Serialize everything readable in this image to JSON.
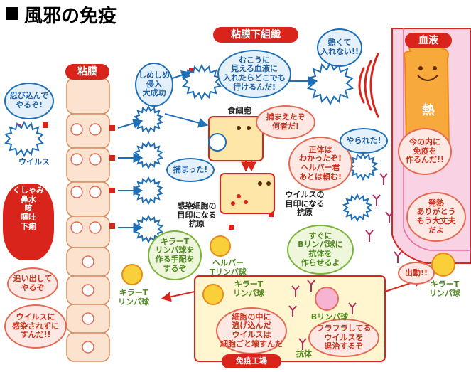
{
  "title": "風邪の免疫",
  "labels": {
    "mucosa": "粘膜",
    "submucosa": "粘膜下組織",
    "blood": "血液",
    "factory": "免疫工場",
    "virus": "ウイルス",
    "phagocyte": "食細胞",
    "antigen": "感染細胞の\n目印になる\n抗原",
    "virus_antigen": "ウイルスの\n目印になる\n抗原",
    "helper_t": "ヘルパー\nTリンパ球",
    "killer_t_left": "キラーT\nリンパ球",
    "killer_t_blood": "キラーT\nリンパ球",
    "killer_t_factory": "キラーT\nリンパ球",
    "b_cell": "Bリンパ球",
    "antibody": "抗体",
    "heat": "熱"
  },
  "speech": {
    "sneak_in": "忍び込んで\nやるぞ!",
    "invade": "しめしめ\n侵入\n大成功",
    "blood_vessel": "むこうに\n見える血液に\n入れたらどこでも\n行けるんだ!",
    "hot": "熱くて\n入れない!!",
    "catch": "捕まえたぞ\n何者だ!",
    "caught": "捕まった!",
    "identity": "正体は\nわかったぞ!\nヘルパー君\nあとは頼む!",
    "defeated": "やられた!",
    "make_immunity": "今の内に\n免疫を\n作るんだ!!",
    "symptoms": "くしゃみ\n鼻水\n咳\n嘔吐\n下痢",
    "push_out": "追い出して\nやるぞ",
    "no_infect": "ウイルスに\n感染されずに\nすんだ!!",
    "arrange_killer": "キラーT\nリンパ球を\n作る手配を\nするぞ",
    "tell_b": "すぐに\nBリンパ球に\n抗体を\n作らせるよ",
    "destroy_cell": "細胞の中に\n逃げ込んだ\nウイルスは\n細胞ごと壊すんだ",
    "fine": "発熱\nありがとう\nもう大丈夫\nだよ",
    "go_out": "出動!!",
    "wobbly": "フラフラしてる\nウイルスを\n退治するぞ"
  },
  "colors": {
    "red": "#d9241c",
    "blue": "#1f6fb6",
    "mucosa_fill": "#fbe3d0",
    "cell_orange": "#f7a93b",
    "blood_pink": "#f7c6dc",
    "cream": "#fff6cf"
  }
}
